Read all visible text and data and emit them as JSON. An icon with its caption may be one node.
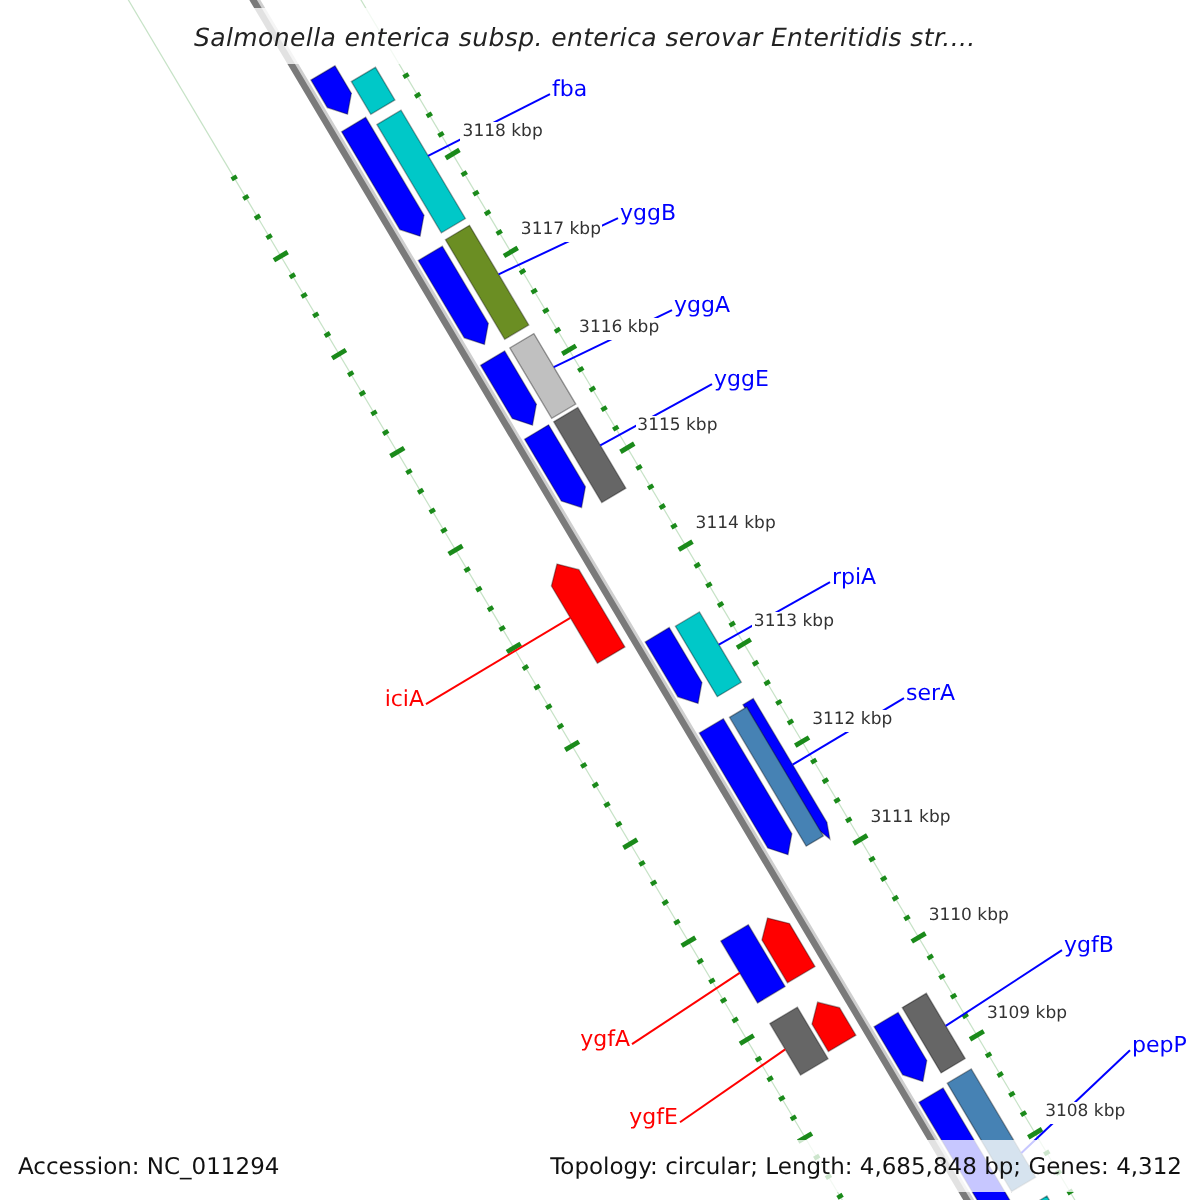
{
  "diagram": {
    "title": "Salmonella enterica subsp. enterica serovar Enteritidis str....",
    "nodes": [
      {
        "text": [],
        "shape": "bar"
      },
      {
        "text": [
          "fba"
        ]
      },
      {
        "text": [],
        "shape": "bar"
      },
      {
        "text": [
          "yggB"
        ]
      },
      {
        "text": [],
        "shape": "bar"
      },
      {
        "text": [
          "yggA"
        ]
      },
      {
        "text": [],
        "shape": "bar"
      },
      {
        "text": [
          "yggE"
        ]
      },
      {
        "text": [],
        "shape": "bar"
      },
      {
        "text": [
          "iciA"
        ]
      },
      {
        "text": [],
        "shape": "bar"
      },
      {
        "text": [
          "rpiA"
        ]
      },
      {
        "text": [],
        "shape": "bar"
      },
      {
        "text": [
          "serA"
        ]
      },
      {
        "text": [],
        "shape": "bar"
      },
      {
        "text": [
          "ygfA"
        ]
      },
      {
        "text": [],
        "shape": "bar"
      },
      {
        "text": [
          "ygfE"
        ]
      },
      {
        "text": [],
        "shape": "bar"
      },
      {
        "text": [
          "ygfB"
        ]
      },
      {
        "text": [],
        "shape": "bar"
      },
      {
        "text": [
          "pepP"
        ]
      },
      {
        "text": [],
        "shape": "bar"
      },
      {
        "text": [],
        "shape": "bar"
      }
    ],
    "edges": [
      {
        "from": 1,
        "to": 2,
        "arrow": "none"
      },
      {
        "from": 3,
        "to": 4,
        "arrow": "none"
      },
      {
        "from": 5,
        "to": 6,
        "arrow": "none"
      },
      {
        "from": 7,
        "to": 8,
        "arrow": "none"
      },
      {
        "from": 9,
        "to": 10,
        "arrow": "none",
        "color": "#ff0000"
      },
      {
        "from": 11,
        "to": 12,
        "arrow": "none"
      },
      {
        "from": 13,
        "to": 14,
        "arrow": "none"
      },
      {
        "from": 15,
        "to": 16,
        "arrow": "none",
        "color": "#ff0000"
      },
      {
        "from": 17,
        "to": 18,
        "arrow": "none",
        "color": "#ff0000"
      },
      {
        "from": 19,
        "to": 20,
        "arrow": "none"
      },
      {
        "from": 21,
        "to": 22,
        "arrow": "none"
      }
    ],
    "labels": [
      "3118 kbp",
      "3117 kbp",
      "3116 kbp",
      "3115 kbp",
      "3114 kbp",
      "3113 kbp",
      "3112 kbp",
      "3111 kbp",
      "3110 kbp",
      "3109 kbp",
      "3108 kbp",
      "Accession: NC_011294",
      "Topology: circular; Length: 4,685,848 bp; Genes: 4,312"
    ]
  }
}
